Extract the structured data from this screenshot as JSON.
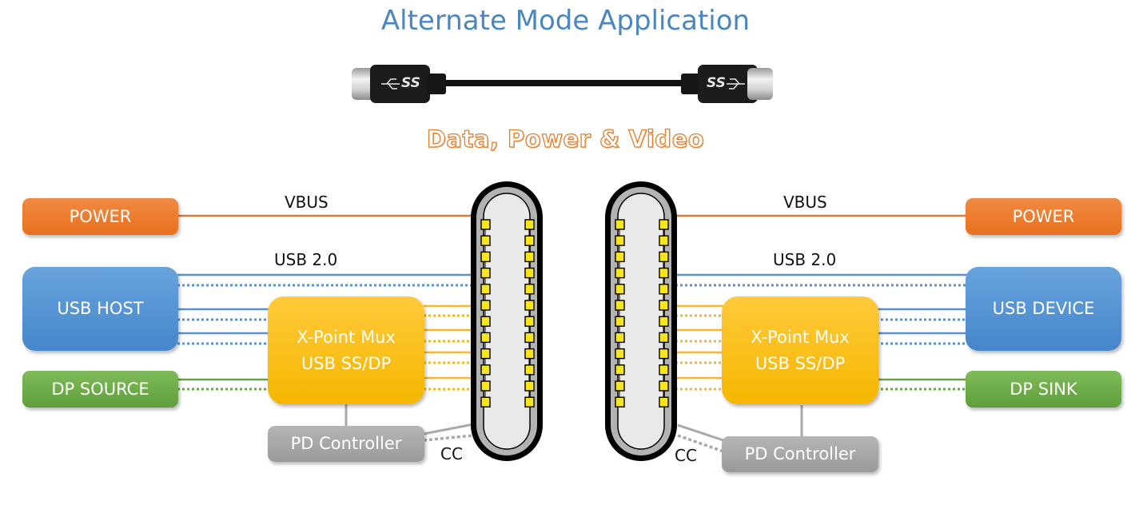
{
  "title": "Alternate Mode Application",
  "subtitle": "Data, Power & Video",
  "cable": {
    "left_plug_logo": "SS",
    "right_plug_logo": "SS",
    "icon": "usb-superspeed-icon"
  },
  "left": {
    "power": "POWER",
    "usb": "USB HOST",
    "dp": "DP SOURCE",
    "mux_line1": "X-Point Mux",
    "mux_line2": "USB SS/DP",
    "pd": "PD Controller",
    "vbus_label": "VBUS",
    "usb2_label": "USB 2.0",
    "cc_label": "CC"
  },
  "right": {
    "power": "POWER",
    "usb": "USB DEVICE",
    "dp": "DP SINK",
    "mux_line1": "X-Point Mux",
    "mux_line2": "USB SS/DP",
    "pd": "PD Controller",
    "vbus_label": "VBUS",
    "usb2_label": "USB 2.0",
    "cc_label": "CC"
  },
  "connector": {
    "pins_per_row": 12,
    "rows": 2
  },
  "colors": {
    "power": "#e8701e",
    "usb": "#4e8fd0",
    "dp": "#6aa845",
    "mux": "#f8bd12",
    "pd": "#a6a6a6",
    "vbus_line": "#e07b39",
    "usb_line": "#5b92c8",
    "dp_line": "#6ba04a",
    "mux_line": "#f2b82a",
    "cc_line": "#a9a9a9",
    "pin": "#f9e51c",
    "title": "#4a86c0",
    "subtitle": "#e5802f"
  }
}
